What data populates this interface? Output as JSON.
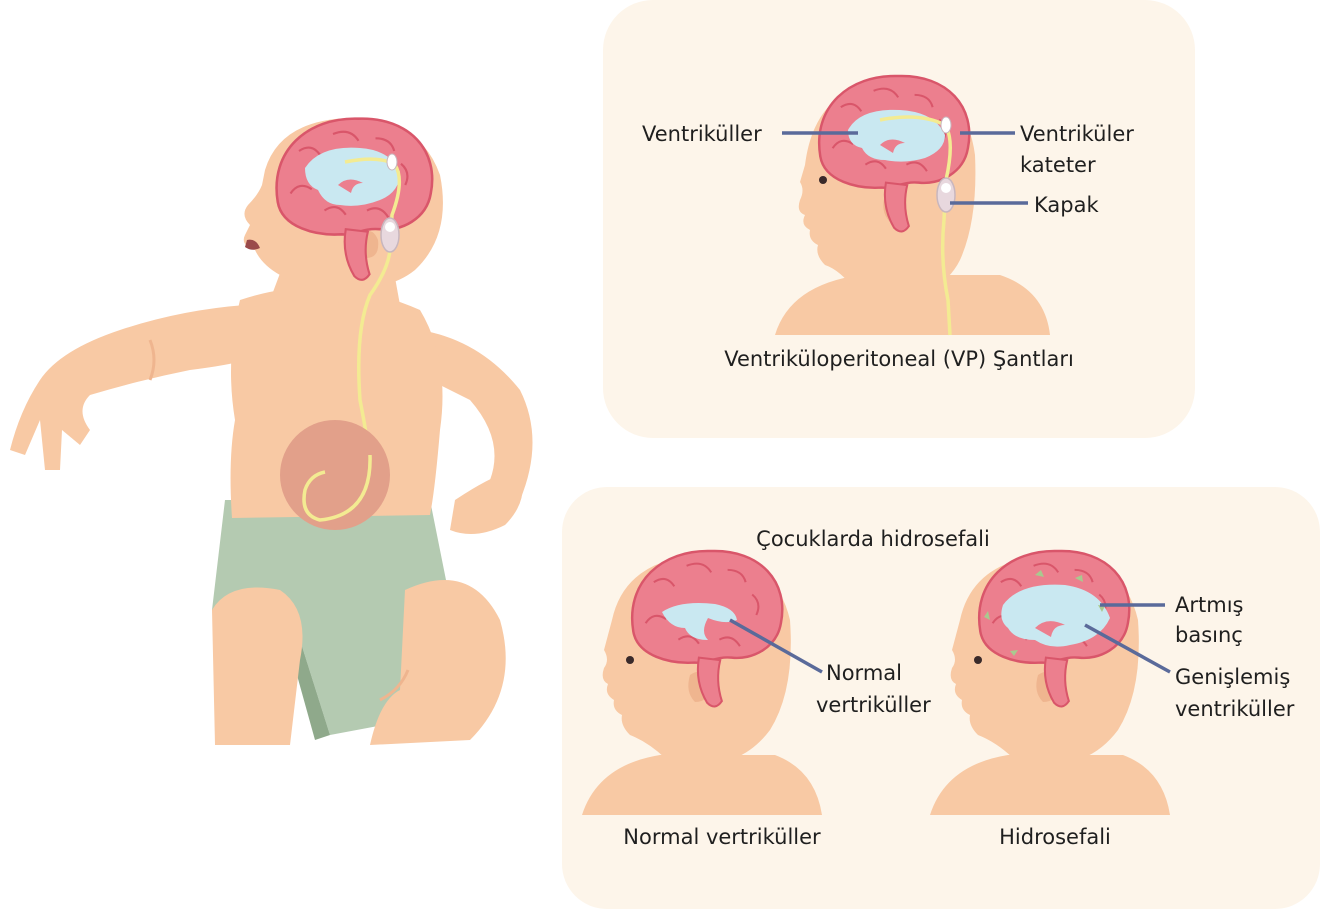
{
  "colors": {
    "skin": "#f8c9a4",
    "skin_shadow": "#efb58f",
    "panel_bg": "#fdf5ea",
    "brain": "#ec7f8e",
    "brain_outline": "#d9566a",
    "ventricle": "#c9e8f1",
    "shunt_tube": "#f3eb92",
    "diaper": "#b4cab1",
    "leader_line": "#5a6a9a"
  },
  "shunt_panel": {
    "caption": "Ventriküloperitoneal (VP) Şantları",
    "label_ventricles": "Ventriküller",
    "label_catheter_line1": "Ventriküler",
    "label_catheter_line2": "kateter",
    "label_valve": "Kapak"
  },
  "hydro_panel": {
    "title": "Çocuklarda hidrosefali",
    "normal_label_line1": "Normal",
    "normal_label_line2": "vertriküller",
    "pressure_label_line1": "Artmış",
    "pressure_label_line2": "basınç",
    "enlarged_label_line1": "Genişlemiş",
    "enlarged_label_line2": "ventriküller",
    "normal_caption": "Normal vertriküller",
    "hydro_caption": "Hidrosefali"
  }
}
